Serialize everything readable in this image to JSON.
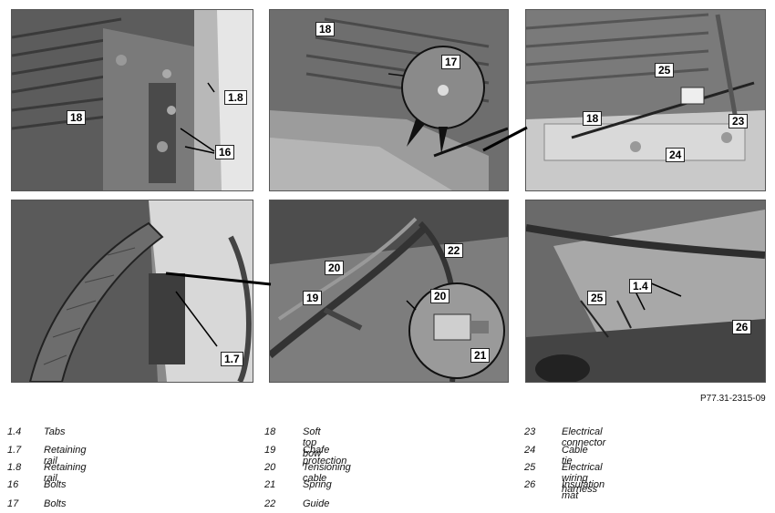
{
  "figure_ref": "P77.31-2315-09",
  "panels": [
    {
      "callouts": [
        "18",
        "16",
        "1.8"
      ]
    },
    {
      "callouts": [
        "18",
        "17"
      ]
    },
    {
      "callouts": [
        "25",
        "18",
        "23",
        "24"
      ]
    },
    {
      "callouts": [
        "1.7"
      ]
    },
    {
      "callouts": [
        "22",
        "20",
        "19",
        "20",
        "21"
      ]
    },
    {
      "callouts": [
        "1.4",
        "25",
        "26"
      ]
    }
  ],
  "legend": [
    {
      "num": "1.4",
      "label": "Tabs"
    },
    {
      "num": "1.7",
      "label": "Retaining rail"
    },
    {
      "num": "1.8",
      "label": "Retaining rail"
    },
    {
      "num": "16",
      "label": "Bolts"
    },
    {
      "num": "17",
      "label": "Bolts"
    },
    {
      "num": "18",
      "label": "Soft top bow"
    },
    {
      "num": "19",
      "label": "Chafe protection"
    },
    {
      "num": "20",
      "label": "Tensioning cable"
    },
    {
      "num": "21",
      "label": "Spring"
    },
    {
      "num": "22",
      "label": "Guide"
    },
    {
      "num": "23",
      "label": "Electrical connector"
    },
    {
      "num": "24",
      "label": "Cable tie"
    },
    {
      "num": "25",
      "label": "Electrical wiring harness"
    },
    {
      "num": "26",
      "label": "Insulation mat"
    }
  ]
}
